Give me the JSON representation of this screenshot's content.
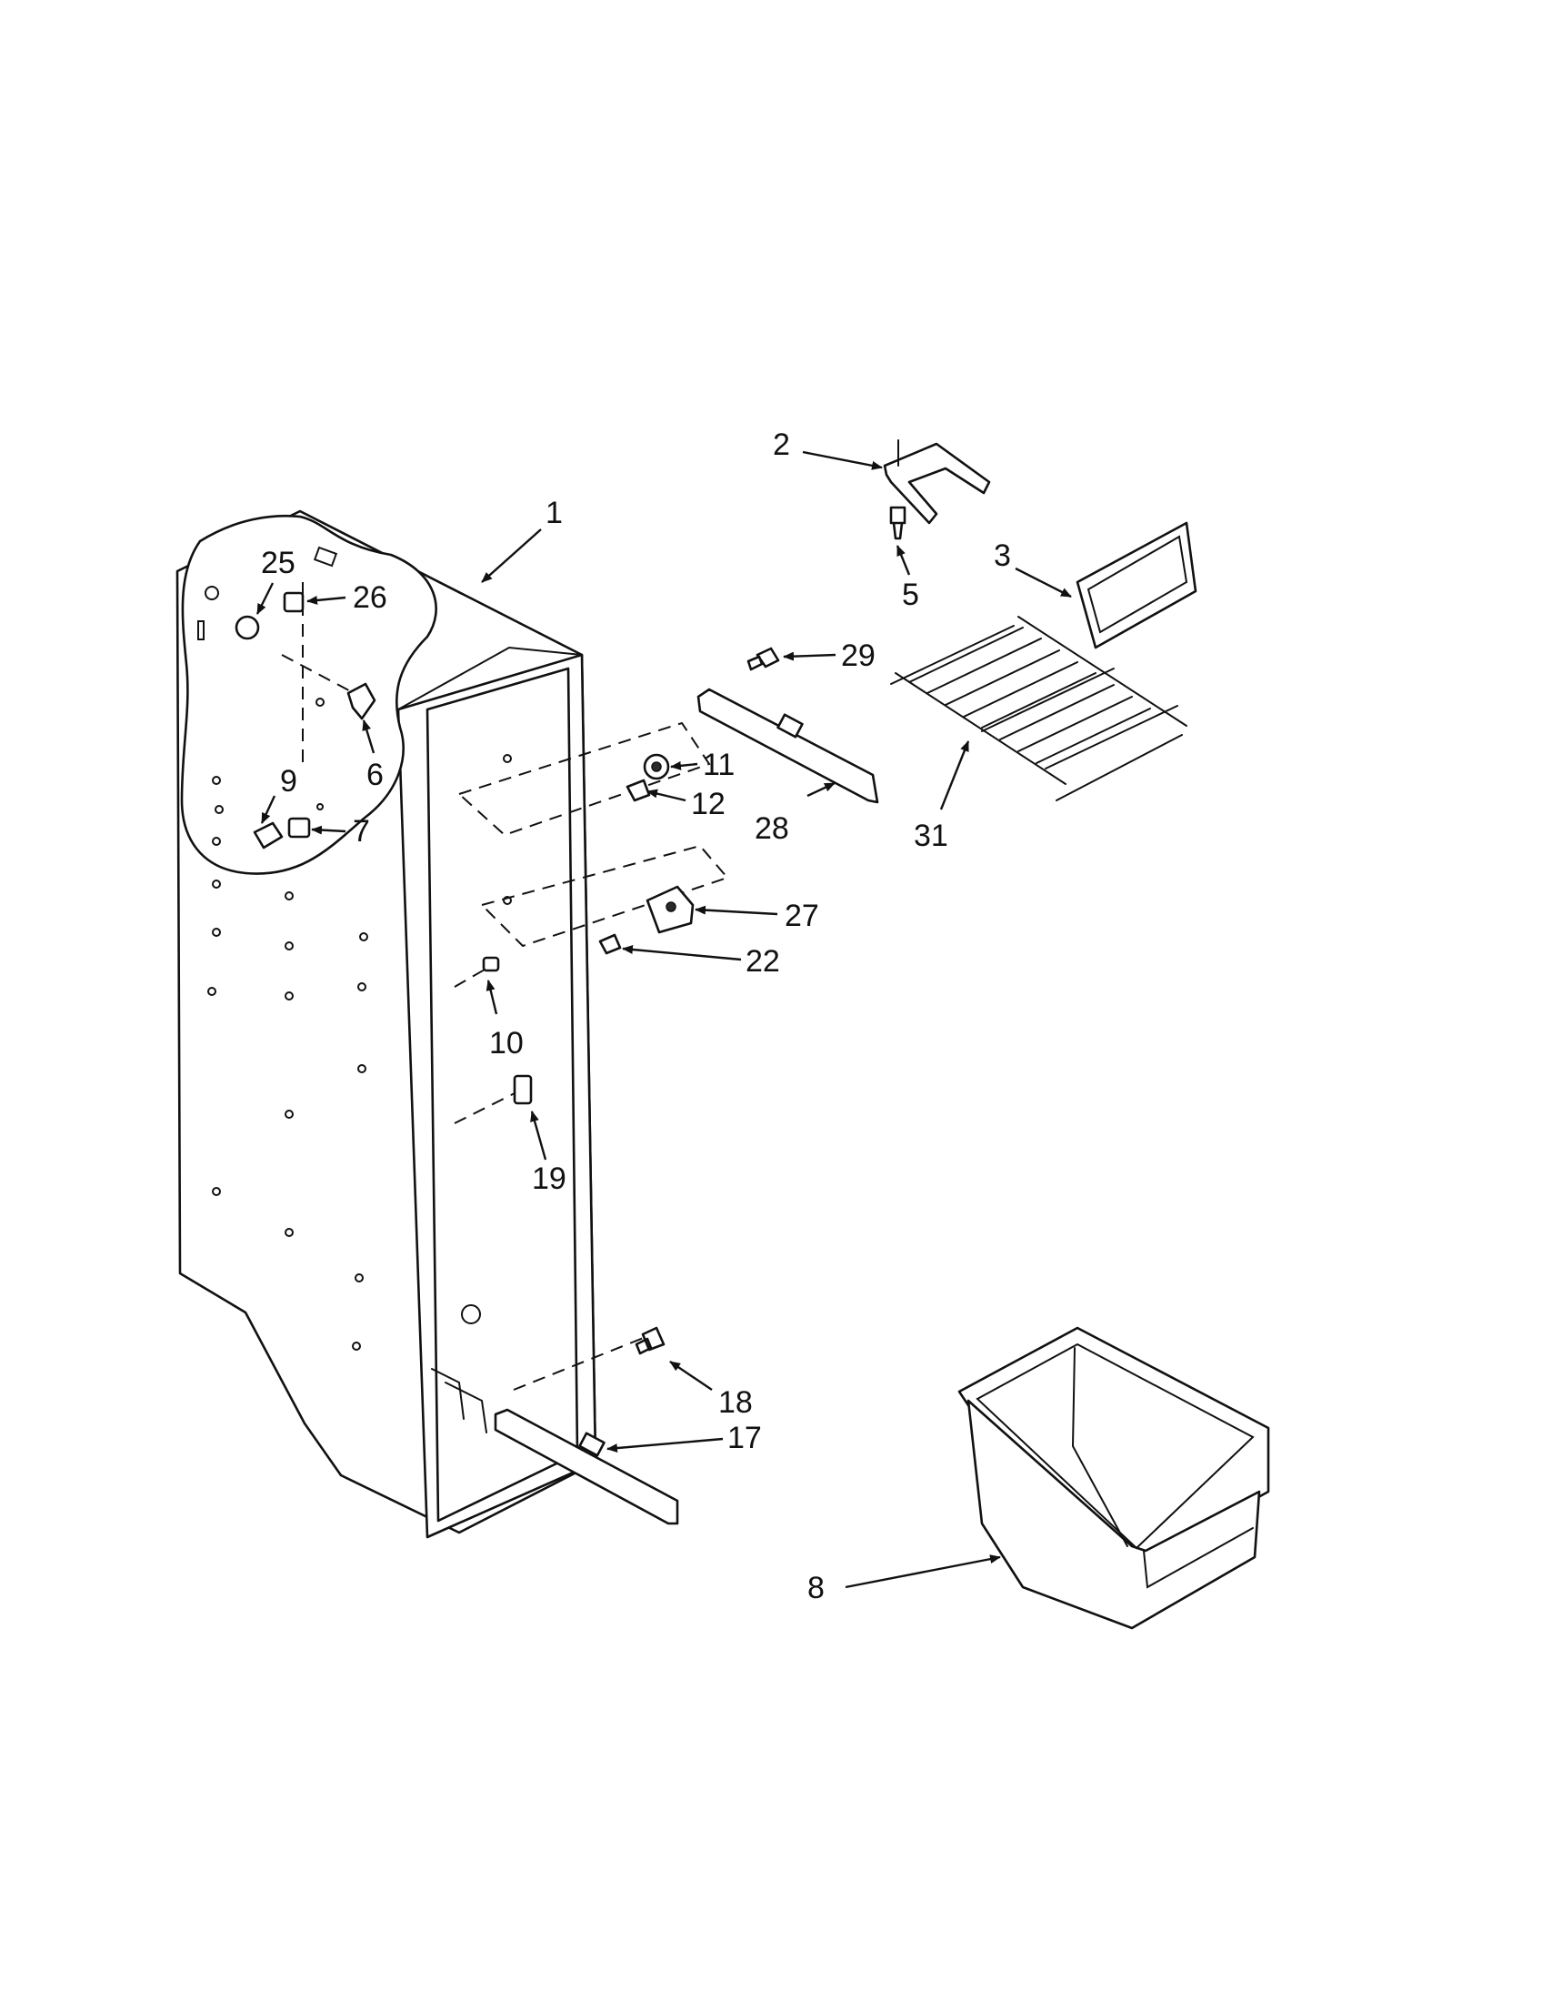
{
  "diagram": {
    "callouts": [
      {
        "id": "c1",
        "text": "1"
      },
      {
        "id": "c2",
        "text": "2"
      },
      {
        "id": "c3",
        "text": "3"
      },
      {
        "id": "c5",
        "text": "5"
      },
      {
        "id": "c6",
        "text": "6"
      },
      {
        "id": "c7",
        "text": "7"
      },
      {
        "id": "c8",
        "text": "8"
      },
      {
        "id": "c9",
        "text": "9"
      },
      {
        "id": "c10",
        "text": "10"
      },
      {
        "id": "c11",
        "text": "11"
      },
      {
        "id": "c12",
        "text": "12"
      },
      {
        "id": "c17",
        "text": "17"
      },
      {
        "id": "c18",
        "text": "18"
      },
      {
        "id": "c19",
        "text": "19"
      },
      {
        "id": "c22",
        "text": "22"
      },
      {
        "id": "c25",
        "text": "25"
      },
      {
        "id": "c26",
        "text": "26"
      },
      {
        "id": "c27",
        "text": "27"
      },
      {
        "id": "c28",
        "text": "28"
      },
      {
        "id": "c29",
        "text": "29"
      },
      {
        "id": "c31",
        "text": "31"
      }
    ]
  }
}
